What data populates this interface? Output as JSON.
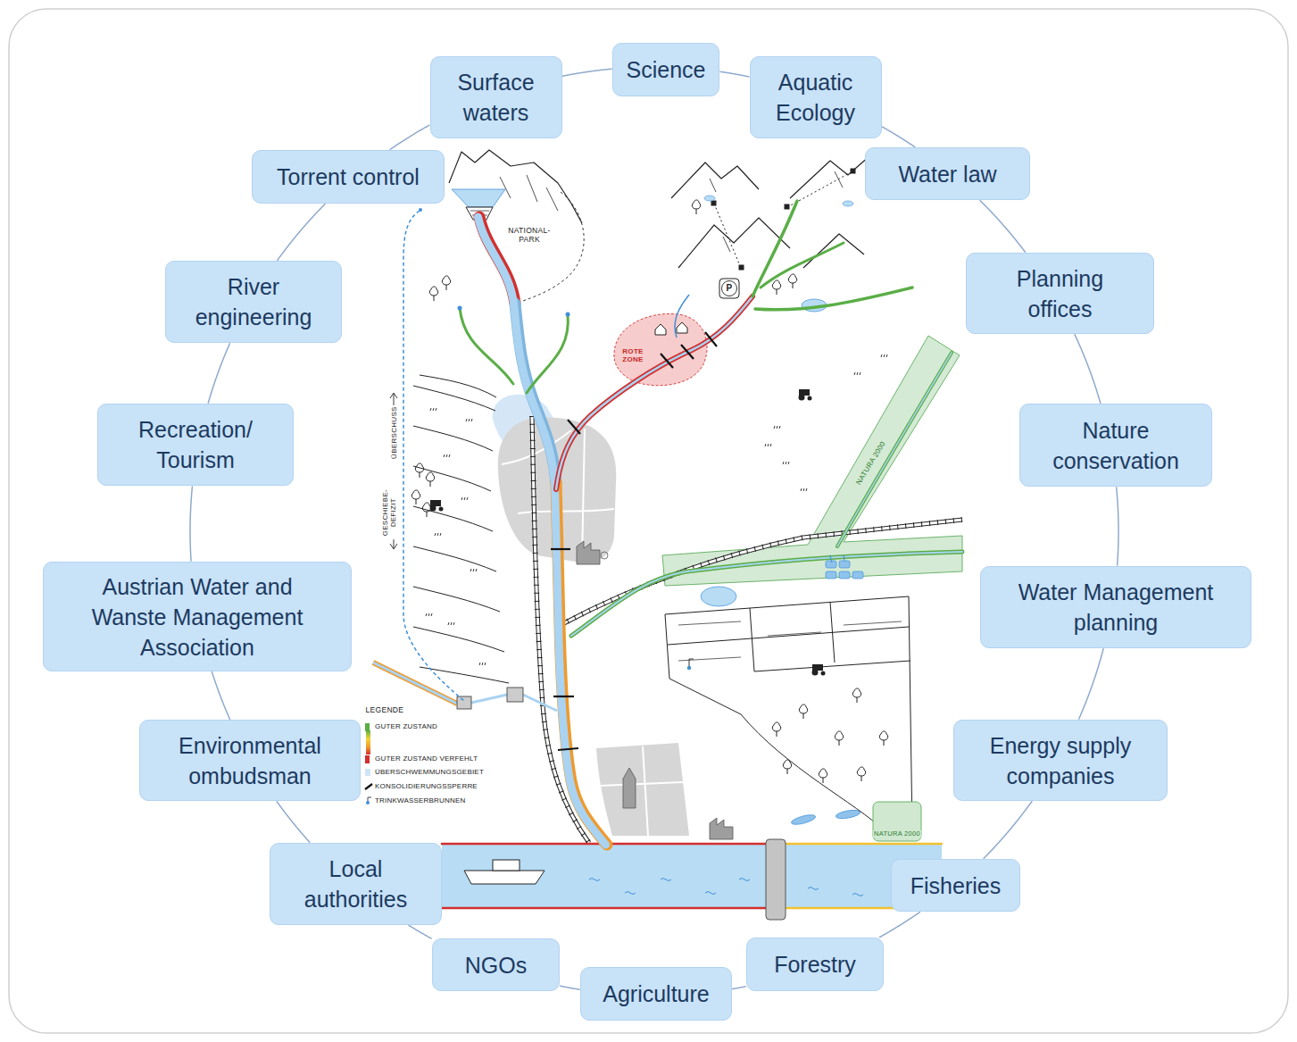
{
  "diagram": {
    "nodes": [
      {
        "text": [
          "Science"
        ]
      },
      {
        "text": [
          "Aquatic Ecology"
        ]
      },
      {
        "text": [
          "Water law"
        ]
      },
      {
        "text": [
          "Planning offices"
        ]
      },
      {
        "text": [
          "Nature conservation"
        ]
      },
      {
        "text": [
          "Water Management planning"
        ]
      },
      {
        "text": [
          "Energy supply companies"
        ]
      },
      {
        "text": [
          "Fisheries"
        ]
      },
      {
        "text": [
          "Forestry"
        ]
      },
      {
        "text": [
          "Agriculture"
        ]
      },
      {
        "text": [
          "NGOs"
        ]
      },
      {
        "text": [
          "Local authorities"
        ]
      },
      {
        "text": [
          "Environmental ombudsman"
        ]
      },
      {
        "text": [
          "Austrian Water and Wanste Management Association"
        ]
      },
      {
        "text": [
          "Recreation/ Tourism"
        ]
      },
      {
        "text": [
          "River engineering"
        ]
      },
      {
        "text": [
          "Torrent control"
        ]
      },
      {
        "text": [
          "Surface waters"
        ]
      }
    ],
    "edges": [
      {
        "from": 0,
        "to": 1,
        "arrow": "none"
      },
      {
        "from": 1,
        "to": 2,
        "arrow": "none"
      },
      {
        "from": 2,
        "to": 3,
        "arrow": "none"
      },
      {
        "from": 3,
        "to": 4,
        "arrow": "none"
      },
      {
        "from": 4,
        "to": 5,
        "arrow": "none"
      },
      {
        "from": 5,
        "to": 6,
        "arrow": "none"
      },
      {
        "from": 6,
        "to": 7,
        "arrow": "none"
      },
      {
        "from": 7,
        "to": 8,
        "arrow": "none"
      },
      {
        "from": 8,
        "to": 9,
        "arrow": "none"
      },
      {
        "from": 9,
        "to": 10,
        "arrow": "none"
      },
      {
        "from": 10,
        "to": 11,
        "arrow": "none"
      },
      {
        "from": 11,
        "to": 12,
        "arrow": "none"
      },
      {
        "from": 12,
        "to": 13,
        "arrow": "none"
      },
      {
        "from": 13,
        "to": 14,
        "arrow": "none"
      },
      {
        "from": 14,
        "to": 15,
        "arrow": "none"
      },
      {
        "from": 15,
        "to": 16,
        "arrow": "none"
      },
      {
        "from": 16,
        "to": 17,
        "arrow": "none"
      },
      {
        "from": 17,
        "to": 0,
        "arrow": "none"
      }
    ],
    "labels": [
      "NATIONAL- PARK",
      "P",
      "ROTE ZONE",
      "ÜBERSCHUSS",
      "NATURA 2000",
      "GESCHIEBE- DEFIZIT",
      "LEGENDE",
      "NATURA 2000"
    ],
    "legend": [
      {
        "text": "GUTER ZUSTAND",
        "color": "#5aae46"
      },
      {
        "text": "GUTER ZUSTAND VERFEHLT",
        "color": "#d32f2f"
      },
      {
        "text": "ÜBERSCHWEMMUNGSGEBIET",
        "color": "#cfe4f6"
      },
      {
        "text": "KONSOLIDIERUNGSSPERRE"
      },
      {
        "text": "TRINKWASSERBRUNNEN"
      }
    ]
  }
}
